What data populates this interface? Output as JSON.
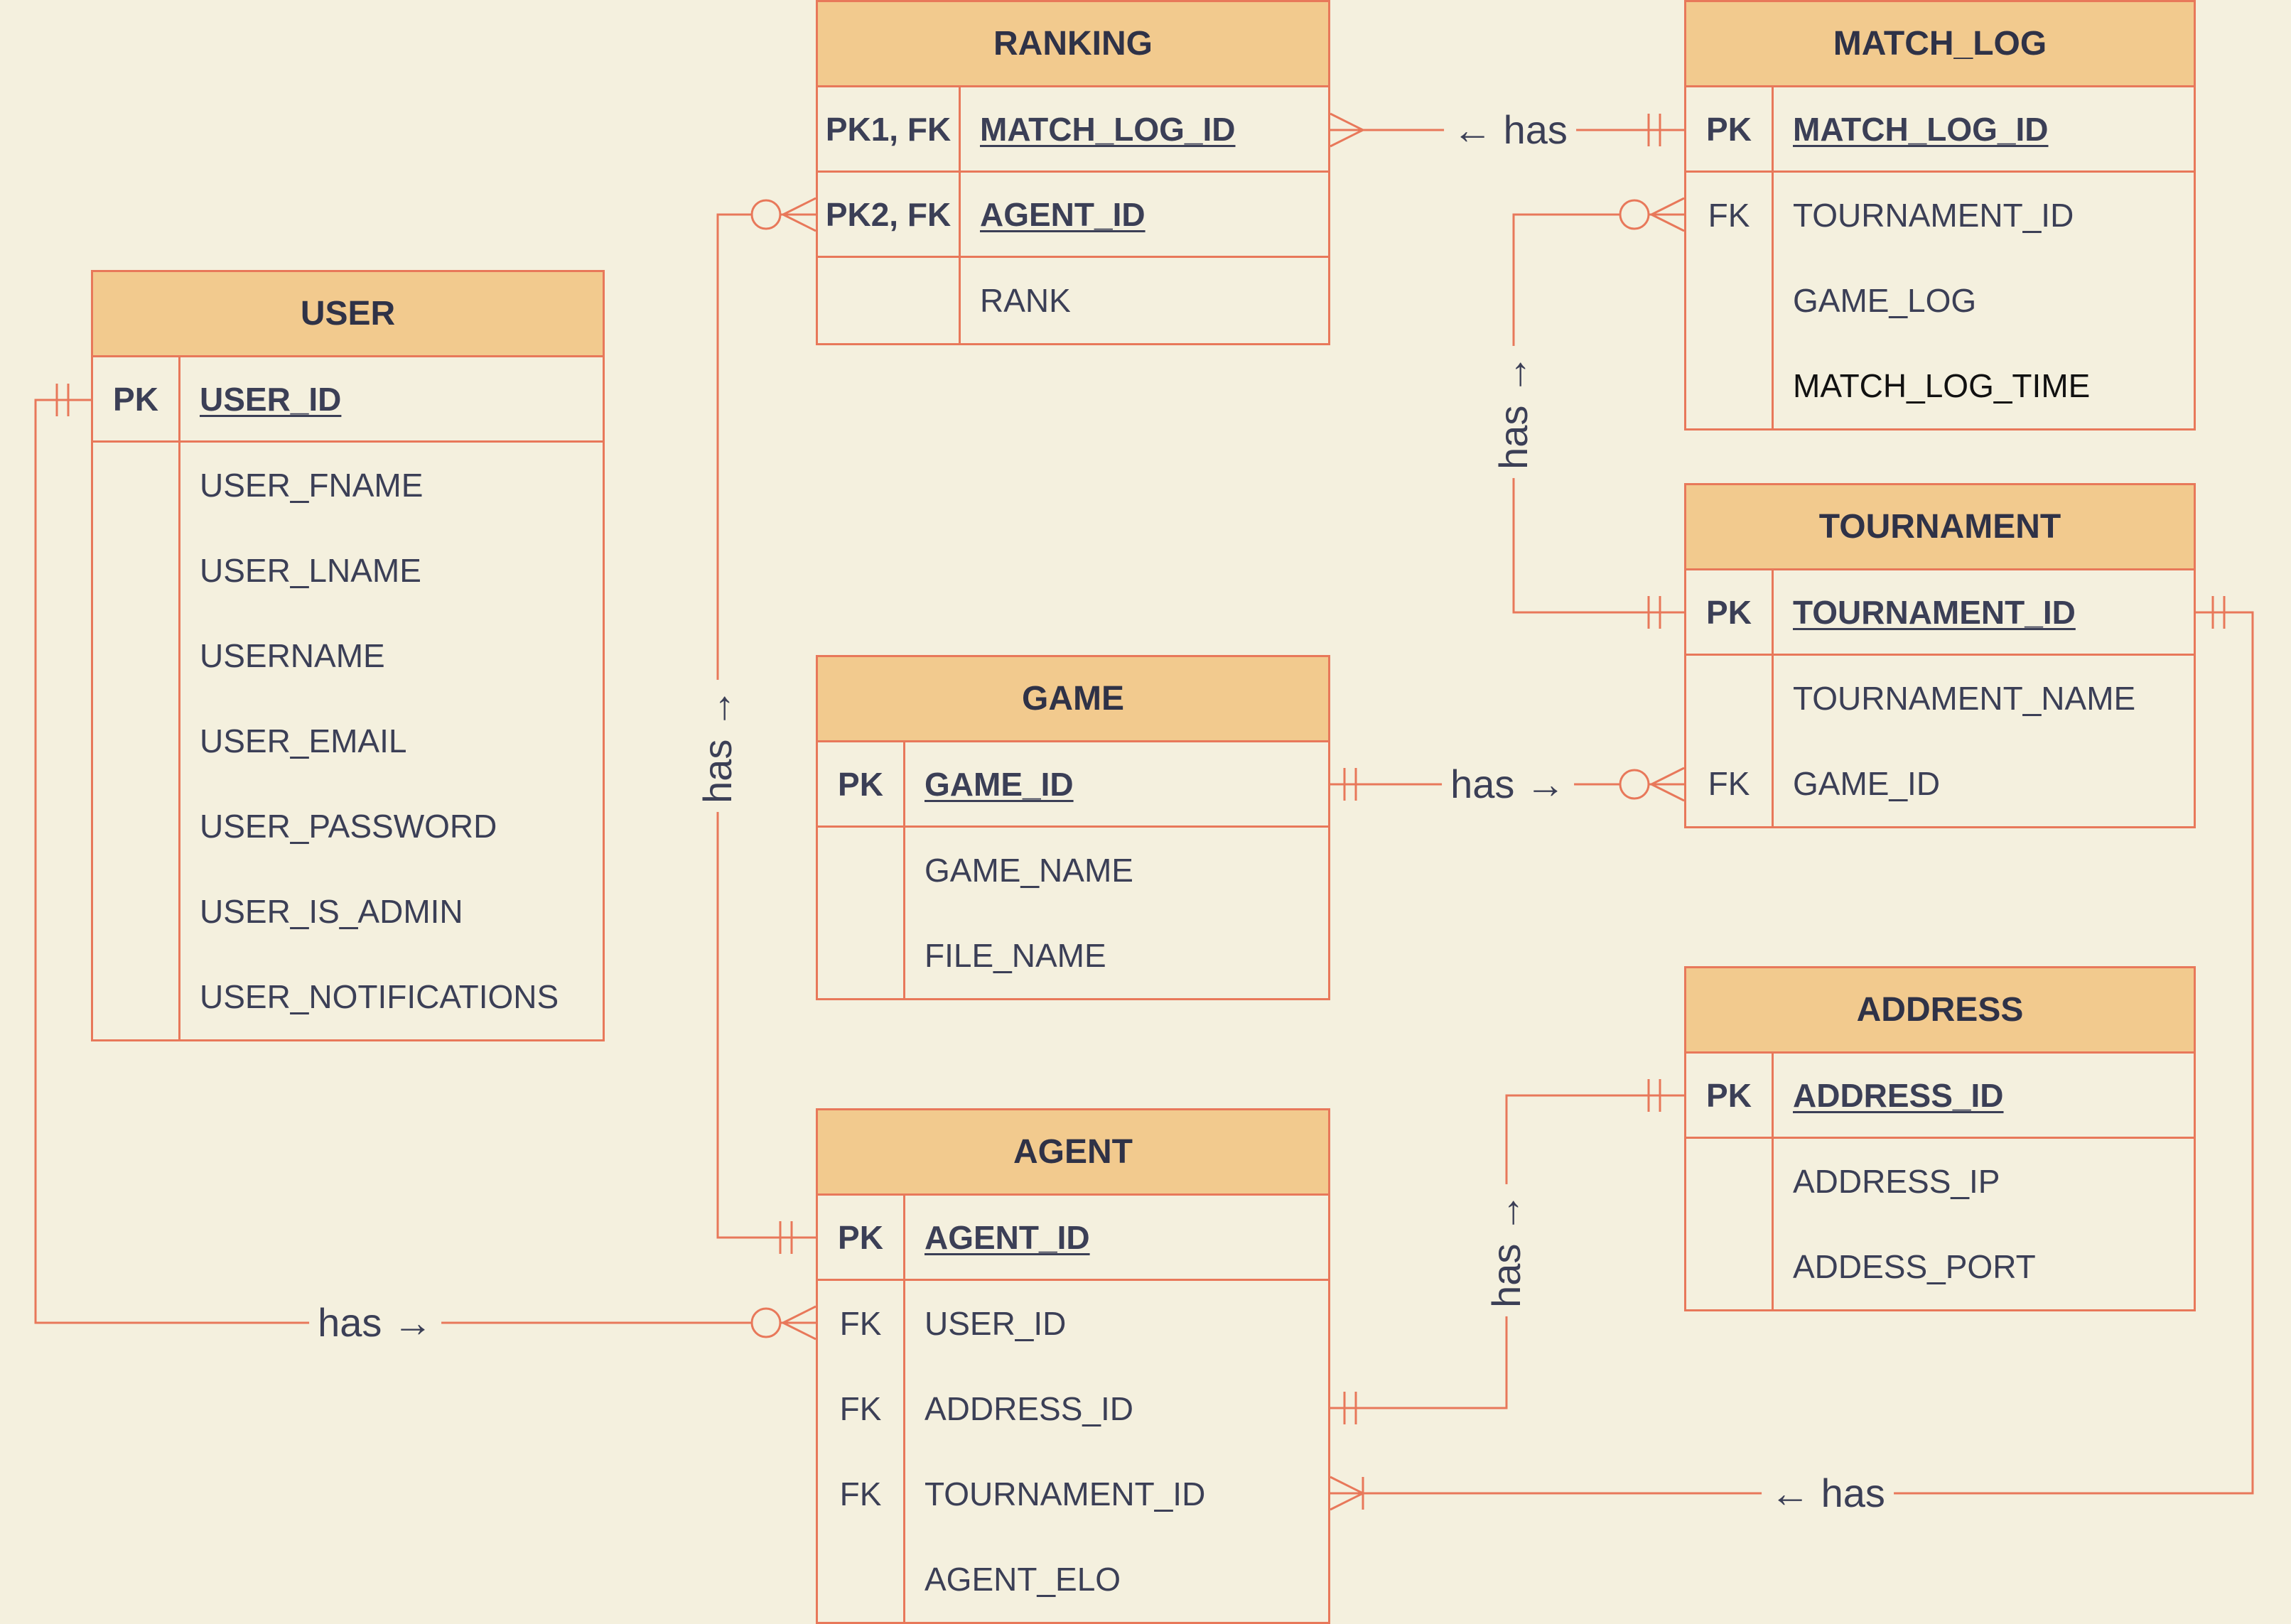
{
  "entities": {
    "user": {
      "title": "USER",
      "rows": [
        {
          "key": "PK",
          "field": "USER_ID"
        },
        {
          "key": "",
          "field": "USER_FNAME"
        },
        {
          "key": "",
          "field": "USER_LNAME"
        },
        {
          "key": "",
          "field": "USERNAME"
        },
        {
          "key": "",
          "field": "USER_EMAIL"
        },
        {
          "key": "",
          "field": "USER_PASSWORD"
        },
        {
          "key": "",
          "field": "USER_IS_ADMIN"
        },
        {
          "key": "",
          "field": "USER_NOTIFICATIONS"
        }
      ]
    },
    "ranking": {
      "title": "RANKING",
      "rows": [
        {
          "key": "PK1, FK",
          "field": "MATCH_LOG_ID"
        },
        {
          "key": "PK2, FK",
          "field": "AGENT_ID"
        },
        {
          "key": "",
          "field": "RANK"
        }
      ]
    },
    "match_log": {
      "title": "MATCH_LOG",
      "rows": [
        {
          "key": "PK",
          "field": "MATCH_LOG_ID"
        },
        {
          "key": "FK",
          "field": "TOURNAMENT_ID"
        },
        {
          "key": "",
          "field": "GAME_LOG"
        },
        {
          "key": "",
          "field": "MATCH_LOG_TIME"
        }
      ]
    },
    "tournament": {
      "title": "TOURNAMENT",
      "rows": [
        {
          "key": "PK",
          "field": "TOURNAMENT_ID"
        },
        {
          "key": "",
          "field": "TOURNAMENT_NAME"
        },
        {
          "key": "FK",
          "field": "GAME_ID"
        }
      ]
    },
    "game": {
      "title": "GAME",
      "rows": [
        {
          "key": "PK",
          "field": "GAME_ID"
        },
        {
          "key": "",
          "field": "GAME_NAME"
        },
        {
          "key": "",
          "field": "FILE_NAME"
        }
      ]
    },
    "address": {
      "title": "ADDRESS",
      "rows": [
        {
          "key": "PK",
          "field": "ADDRESS_ID"
        },
        {
          "key": "",
          "field": "ADDRESS_IP"
        },
        {
          "key": "",
          "field": "ADDESS_PORT"
        }
      ]
    },
    "agent": {
      "title": "AGENT",
      "rows": [
        {
          "key": "PK",
          "field": "AGENT_ID"
        },
        {
          "key": "FK",
          "field": "USER_ID"
        },
        {
          "key": "FK",
          "field": "ADDRESS_ID"
        },
        {
          "key": "FK",
          "field": "TOURNAMENT_ID"
        },
        {
          "key": "",
          "field": "AGENT_ELO"
        }
      ]
    }
  },
  "relationships": {
    "ranking_match_log": "← has",
    "ranking_agent": "has →",
    "match_log_tournament": "has →",
    "game_tournament": "has →",
    "user_agent": "has →",
    "agent_address": "has →",
    "tournament_agent": "← has"
  },
  "colors": {
    "background": "#F4F0DE",
    "header": "#F2CA8E",
    "line": "#E8785A",
    "text": "#3B3F56"
  }
}
